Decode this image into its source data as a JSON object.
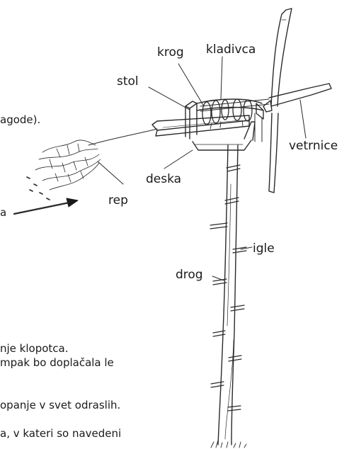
{
  "labels": {
    "krog": "krog",
    "kladivca": "kladivca",
    "stol": "stol",
    "vetrnice": "vetrnice",
    "deska": "deska",
    "rep": "rep",
    "igle": "igle",
    "drog": "drog"
  },
  "cut_text": {
    "line1": "agode).",
    "line2": "a",
    "line3": "nje klopotca.",
    "line4": "mpak bo doplačala le",
    "line5": "opanje v svet odraslih.",
    "line6": "a, v kateri so navedeni"
  },
  "colors": {
    "ink": "#1a1a1a",
    "wood_stroke": "#2a2a2a",
    "background": "#ffffff"
  }
}
